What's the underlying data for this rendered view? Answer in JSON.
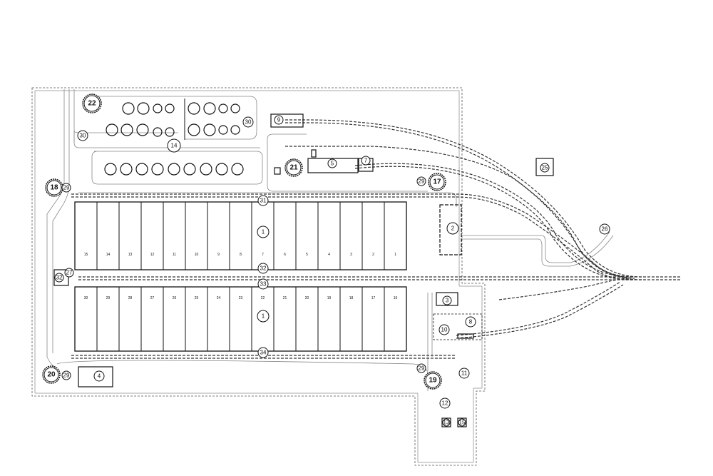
{
  "diagram": {
    "title": "",
    "bays_top": [
      "15",
      "14",
      "13",
      "12",
      "11",
      "10",
      "9",
      "8",
      "7",
      "6",
      "5",
      "4",
      "3",
      "2",
      "1"
    ],
    "bays_bottom": [
      "30",
      "29",
      "28",
      "27",
      "26",
      "25",
      "24",
      "23",
      "22",
      "21",
      "20",
      "19",
      "18",
      "17",
      "16"
    ],
    "markers": {
      "m1a": "1",
      "m1b": "1",
      "m2": "2",
      "m3": "3",
      "m4": "4",
      "m5": "5",
      "m7": "7",
      "m8": "8",
      "m9": "9",
      "m10": "10",
      "m11": "11",
      "m12": "12",
      "m13": "13",
      "m14": "14",
      "m15": "15",
      "m17": "17",
      "m18": "18",
      "m19": "19",
      "m20": "20",
      "m21": "21",
      "m22": "22",
      "m25": "25",
      "m26": "26",
      "m27": "27",
      "m29a": "29",
      "m29b": "29",
      "m29c": "29",
      "m29d": "29",
      "m30a": "30",
      "m30b": "30",
      "m31": "31",
      "m32": "32",
      "m32b": "32",
      "m33": "33",
      "m34": "34"
    }
  }
}
